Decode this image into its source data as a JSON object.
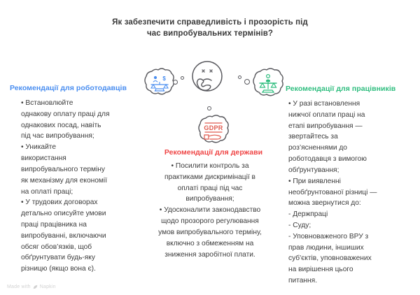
{
  "title": "Як забезпечити справедливість і\nпрозорість під час\nвипробувальних термінів?",
  "columns": {
    "employers": {
      "heading": "Рекомендації для роботодавців",
      "body": "• Встановлюйте\nоднакову оплату праці для\nоднакових посад, навіть\nпід час випробування;\n• Уникайте\nвикористання\nвипробувального терміну\nяк механізму для економії\nна оплаті праці;\n• У трудових договорах\nдетально описуйте умови\nпраці працівника на\nвипробуванні, включаючи\nобсяг обов’язків, щоб\nобґрунтувати будь-яку\nрізницю (якщо вона є).",
      "accent_color": "#4a8ef0",
      "icon": "balance-scale-icon"
    },
    "state": {
      "heading": "Рекомендації для держави",
      "body": "• Посилити контроль за\nпрактиками дискримінації в\nоплаті праці під час\nвипробування;\n• Удосконалити законодавство\nщодо прозорого регулювання\nумов випробувального терміну,\nвключно з обмеженням на\nзниження заробітної плати.",
      "accent_color": "#ef4444",
      "icon": "gdpr-document-icon",
      "icon_label": "GDPR"
    },
    "employees": {
      "heading": "Рекомендації для працівників",
      "body": "• У разі встановлення\nнижчої оплати праці на\nетапі випробування —\nзвертайтесь за\nроз’ясненнями до\nроботодавця з вимогою\nобґрунтування;\n• При виявленні\nнеобґрунтованої різниці —\nможна звернутися до:\n- Держпраці\n- Суду;\n- Уповноваженого ВРУ з\nправ людини, іншиших\nсуб'єктів, уповноважених\nна вирішення цього\nпитання.",
      "accent_color": "#2ebd7e",
      "icon": "justice-scale-person-icon"
    }
  },
  "center_icon": {
    "name": "thinking-face-icon",
    "description": "Thinking face with hand on chin"
  },
  "footer": {
    "text_before": "Made with",
    "brand": "Napkin",
    "icon": "leaf-icon"
  }
}
